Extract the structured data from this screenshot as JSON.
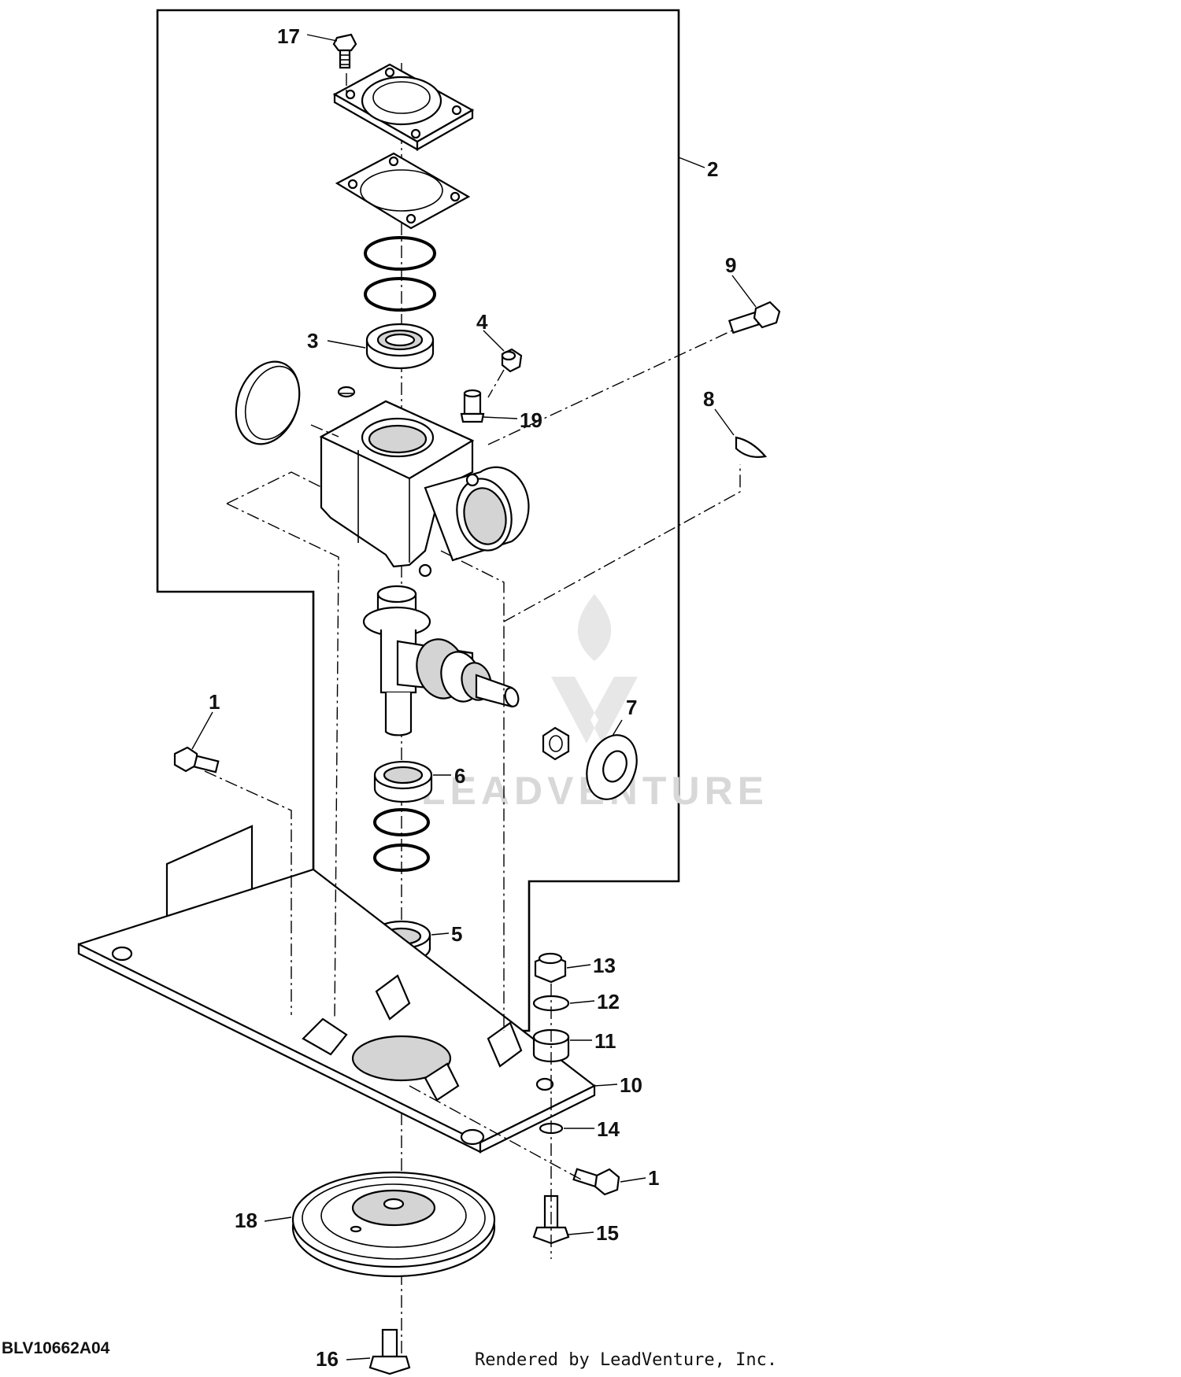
{
  "figure_id": "BLV10662A04",
  "credit": "Rendered by LeadVenture, Inc.",
  "watermark": "LEADVENTURE",
  "callouts": {
    "c17": "17",
    "c2": "2",
    "c9": "9",
    "c3": "3",
    "c4": "4",
    "c19": "19",
    "c8": "8",
    "c1a": "1",
    "c7": "7",
    "c6": "6",
    "c5": "5",
    "c13": "13",
    "c12": "12",
    "c11": "11",
    "c10": "10",
    "c14": "14",
    "c1b": "1",
    "c18": "18",
    "c15": "15",
    "c16": "16"
  }
}
